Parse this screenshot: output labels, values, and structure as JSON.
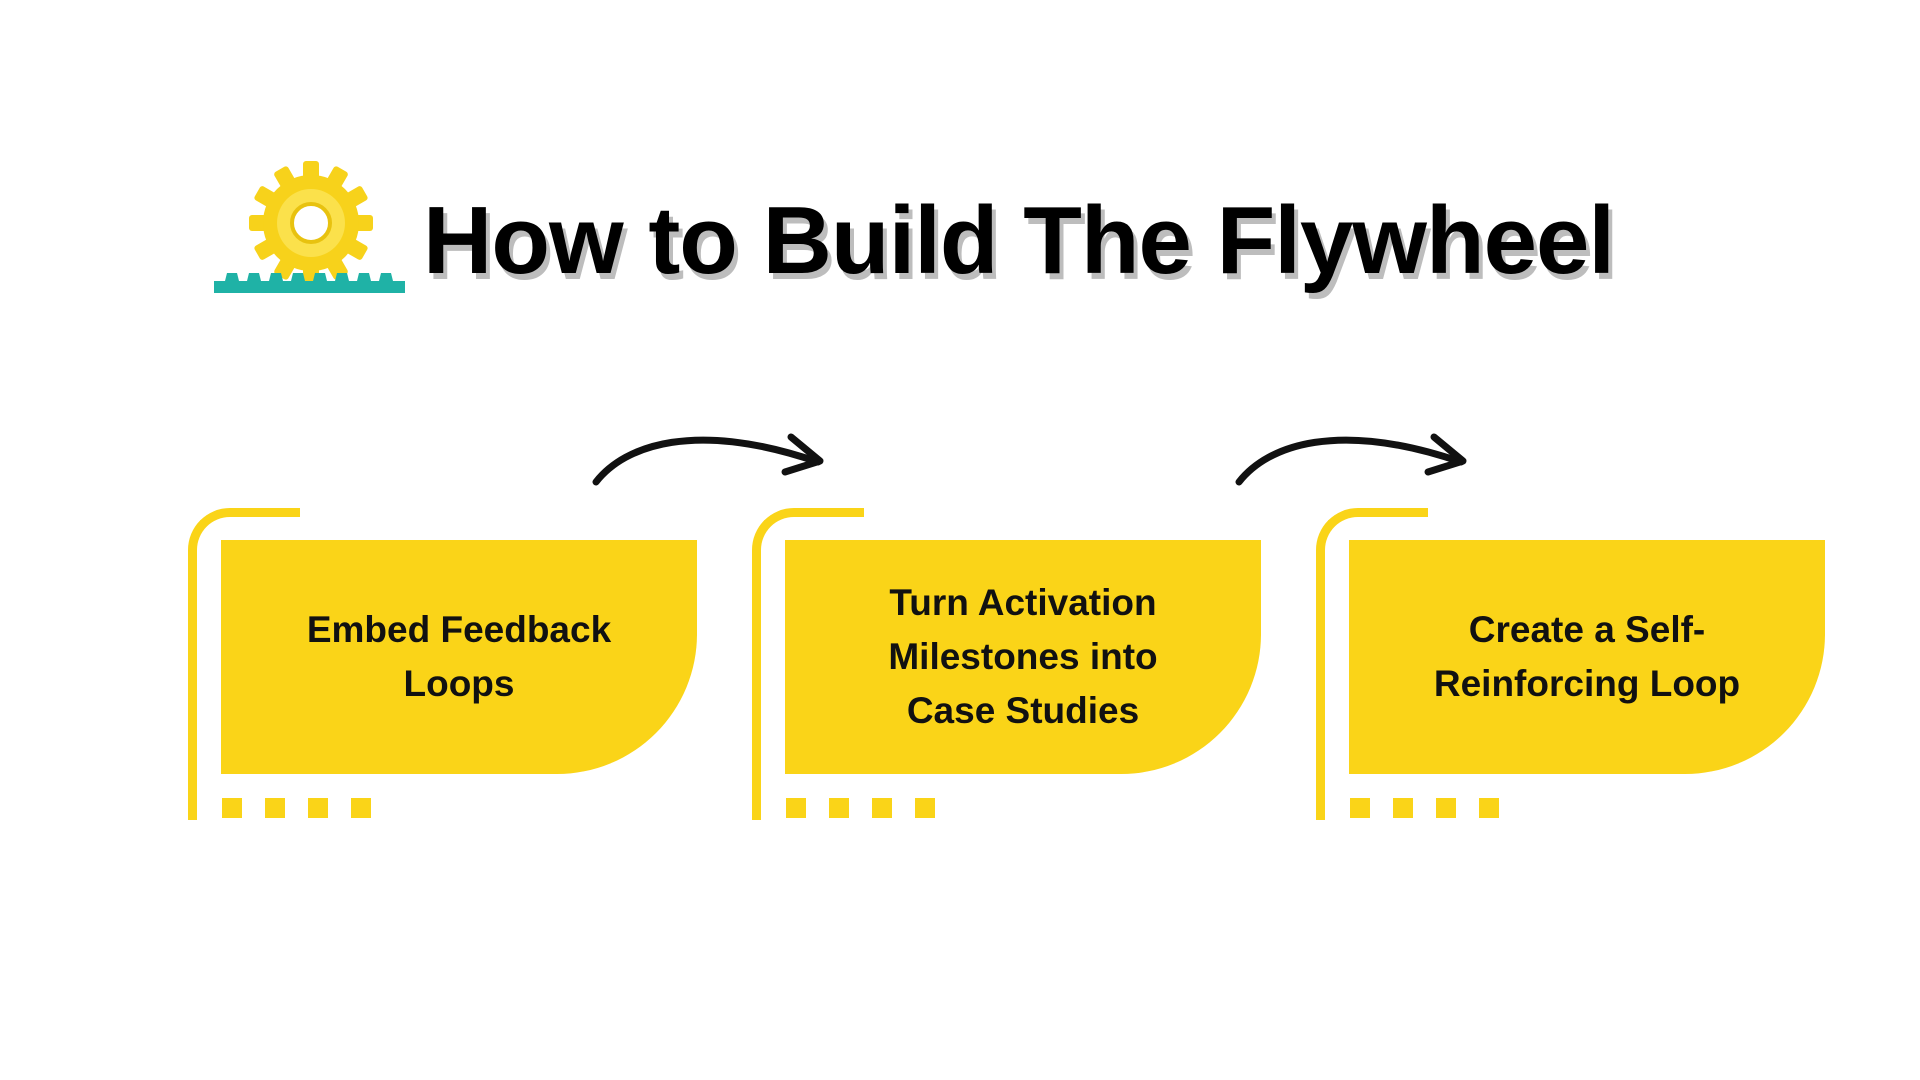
{
  "title": "How to Build The Flywheel",
  "colors": {
    "accent_yellow": "#fad418",
    "gear_yellow": "#f7d21b",
    "gear_inner": "#fbe14b",
    "teal": "#1fb2a6",
    "text": "#111111",
    "title_shadow": "#bdbdbd"
  },
  "icons": {
    "header": "gear-on-rack-icon",
    "connector": "curved-arrow-right-icon"
  },
  "steps": [
    {
      "label": "Embed Feedback Loops"
    },
    {
      "label": "Turn Activation Milestones into Case Studies"
    },
    {
      "label": "Create a Self-Reinforcing Loop"
    }
  ]
}
